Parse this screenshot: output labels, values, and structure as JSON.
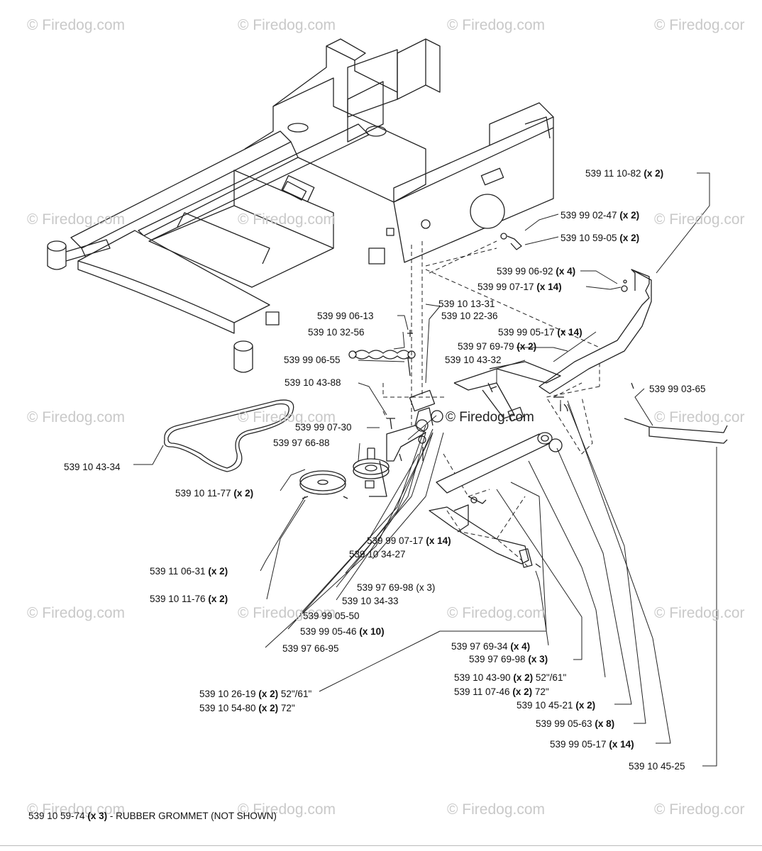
{
  "watermarks": [
    {
      "text": "© Firedog.com"
    },
    {
      "text": "© Firedog.com"
    },
    {
      "text": "© Firedog.com"
    },
    {
      "text": "© Firedog.cor"
    },
    {
      "text": "© Firedog.com"
    },
    {
      "text": "© Firedog.com"
    },
    {
      "text": "© Firedog.cor"
    },
    {
      "text": "© Firedog.com"
    },
    {
      "text": "© Firedog.com"
    },
    {
      "text": "© Firedog.cor"
    },
    {
      "text": "© Firedog.com"
    },
    {
      "text": "© Firedog.com"
    },
    {
      "text": "© Firedog.com"
    },
    {
      "text": "© Firedog.cor"
    },
    {
      "text": "© Firedog.com"
    },
    {
      "text": "© Firedog.com"
    },
    {
      "text": "© Firedog.com"
    },
    {
      "text": "© Firedog.cor"
    }
  ],
  "center_watermark": "© Firedog.com",
  "labels": [
    {
      "id": "p1",
      "part": "539 11 10-82",
      "qty": "(x 2)",
      "note": ""
    },
    {
      "id": "p2",
      "part": "539 99 02-47",
      "qty": "(x 2)",
      "note": ""
    },
    {
      "id": "p3",
      "part": "539 10 59-05",
      "qty": "(x 2)",
      "note": ""
    },
    {
      "id": "p4",
      "part": "539 99 06-92",
      "qty": "(x 4)",
      "note": ""
    },
    {
      "id": "p5",
      "part": "539 99 07-17",
      "qty": "(x 14)",
      "note": ""
    },
    {
      "id": "p6",
      "part": "539 10 13-31",
      "qty": "",
      "note": ""
    },
    {
      "id": "p7",
      "part": "539 10 22-36",
      "qty": "",
      "note": ""
    },
    {
      "id": "p8",
      "part": "539 99 06-13",
      "qty": "",
      "note": ""
    },
    {
      "id": "p9",
      "part": "539 10 32-56",
      "qty": "",
      "note": ""
    },
    {
      "id": "p10",
      "part": "539 99 05-17",
      "qty": "(x 14)",
      "note": ""
    },
    {
      "id": "p11",
      "part": "539 97 69-79",
      "qty": "(x 2)",
      "note": ""
    },
    {
      "id": "p12",
      "part": "539 99 06-55",
      "qty": "",
      "note": ""
    },
    {
      "id": "p13",
      "part": "539 10 43-32",
      "qty": "",
      "note": ""
    },
    {
      "id": "p14",
      "part": "539 10 43-88",
      "qty": "",
      "note": ""
    },
    {
      "id": "p15",
      "part": "539 99 03-65",
      "qty": "",
      "note": ""
    },
    {
      "id": "p16",
      "part": "539 99 07-30",
      "qty": "",
      "note": ""
    },
    {
      "id": "p17",
      "part": "539 97 66-88",
      "qty": "",
      "note": ""
    },
    {
      "id": "p18",
      "part": "539 10 43-34",
      "qty": "",
      "note": ""
    },
    {
      "id": "p19",
      "part": "539 10 11-77",
      "qty": "(x 2)",
      "note": ""
    },
    {
      "id": "p20",
      "part": "539 99 07-17",
      "qty": "(x 14)",
      "note": ""
    },
    {
      "id": "p21",
      "part": "539 10 34-27",
      "qty": "",
      "note": ""
    },
    {
      "id": "p22",
      "part": "539 11 06-31",
      "qty": "(x 2)",
      "note": ""
    },
    {
      "id": "p23",
      "part": "539 97 69-98",
      "qty": "(x 3)",
      "note": ""
    },
    {
      "id": "p24",
      "part": "539 10 11-76",
      "qty": "(x 2)",
      "note": ""
    },
    {
      "id": "p25",
      "part": "539 10 34-33",
      "qty": "",
      "note": ""
    },
    {
      "id": "p26",
      "part": "539 99 05-50",
      "qty": "",
      "note": ""
    },
    {
      "id": "p27",
      "part": "539 99 05-46",
      "qty": "(x 10)",
      "note": ""
    },
    {
      "id": "p28",
      "part": "539 97 66-95",
      "qty": "",
      "note": ""
    },
    {
      "id": "p29",
      "part": "539 97 69-34",
      "qty": "(x 4)",
      "note": ""
    },
    {
      "id": "p30",
      "part": "539 97 69-98",
      "qty": "(x 3)",
      "note": ""
    },
    {
      "id": "p31",
      "part": "539 10 43-90",
      "qty": "(x 2)",
      "note": "52\"/61\""
    },
    {
      "id": "p32",
      "part": "539 11 07-46",
      "qty": "(x 2)",
      "note": "72\""
    },
    {
      "id": "p33",
      "part": "539 10 26-19",
      "qty": "(x 2)",
      "note": "52\"/61\""
    },
    {
      "id": "p34",
      "part": "539 10 54-80",
      "qty": "(x 2)",
      "note": "72\""
    },
    {
      "id": "p35",
      "part": "539 10 45-21",
      "qty": "(x 2)",
      "note": ""
    },
    {
      "id": "p36",
      "part": "539 99 05-63",
      "qty": "(x 8)",
      "note": ""
    },
    {
      "id": "p37",
      "part": "539 99 05-17",
      "qty": "(x 14)",
      "note": ""
    },
    {
      "id": "p38",
      "part": "539 10 45-25",
      "qty": "",
      "note": ""
    }
  ],
  "footer": {
    "part": "539 10 59-74",
    "qty": "(x 3)",
    "text": " - RUBBER GROMMET (NOT SHOWN)"
  }
}
